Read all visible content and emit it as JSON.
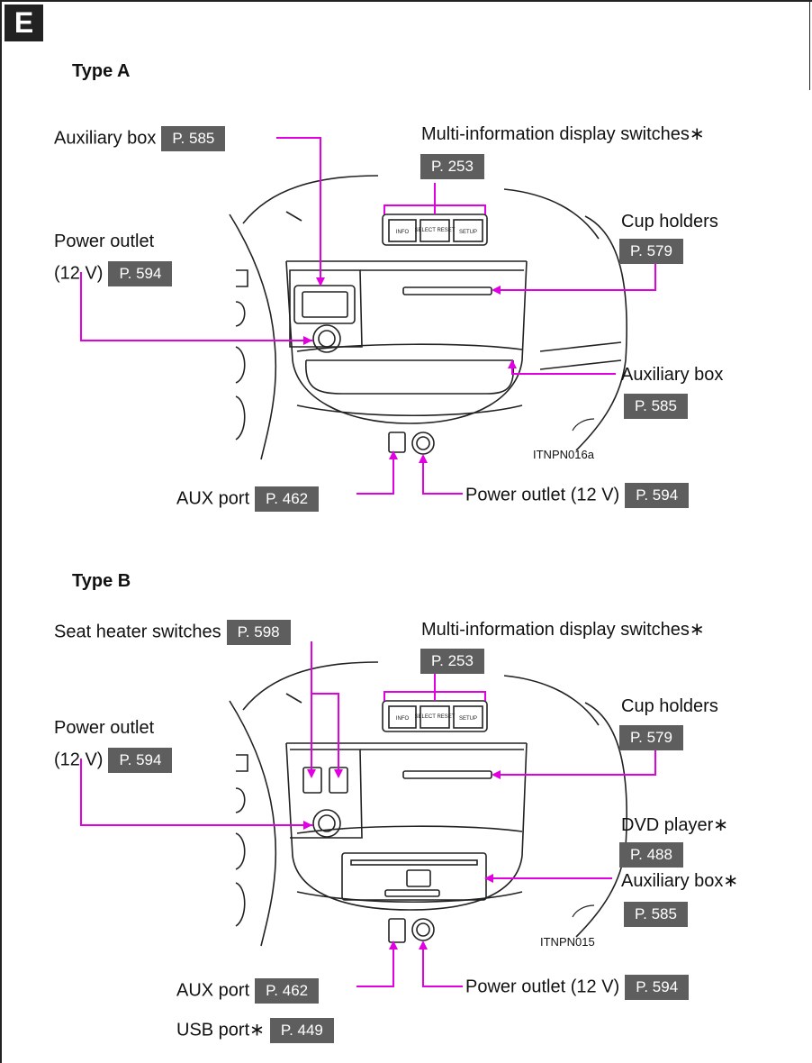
{
  "badge": "E",
  "star": "∗",
  "type_a": {
    "heading": "Type A",
    "code": "ITNPN016a",
    "auxiliary_box_top": {
      "label": "Auxiliary box",
      "ref": "P. 585"
    },
    "mid_switches": {
      "label": "Multi-information display switches",
      "ref": "P. 253"
    },
    "power_outlet": {
      "label_line1": "Power outlet",
      "label_line2": "(12 V)",
      "ref": "P. 594"
    },
    "cup_holders": {
      "label": "Cup holders",
      "ref": "P. 579"
    },
    "auxiliary_box_right": {
      "label": "Auxiliary box",
      "ref": "P. 585"
    },
    "aux_port": {
      "label": "AUX port",
      "ref": "P. 462"
    },
    "power_outlet_bottom": {
      "label": "Power outlet (12 V)",
      "ref": "P. 594"
    },
    "buttons": [
      "INFO",
      "SELECT RESET",
      "SETUP"
    ]
  },
  "type_b": {
    "heading": "Type B",
    "code": "ITNPN015",
    "seat_heater": {
      "label": "Seat heater switches",
      "ref": "P. 598"
    },
    "mid_switches": {
      "label": "Multi-information display switches",
      "ref": "P. 253"
    },
    "power_outlet": {
      "label_line1": "Power outlet",
      "label_line2": "(12 V)",
      "ref": "P. 594"
    },
    "cup_holders": {
      "label": "Cup holders",
      "ref": "P. 579"
    },
    "dvd_player": {
      "label": "DVD player",
      "ref": "P. 488"
    },
    "auxiliary_box": {
      "label": "Auxiliary box",
      "ref": "P. 585"
    },
    "aux_port": {
      "label": "AUX port",
      "ref": "P. 462"
    },
    "usb_port": {
      "label": "USB port",
      "ref": "P. 449"
    },
    "power_outlet_bottom": {
      "label": "Power outlet (12 V)",
      "ref": "P. 594"
    },
    "buttons": [
      "INFO",
      "SELECT RESET",
      "SETUP"
    ]
  }
}
